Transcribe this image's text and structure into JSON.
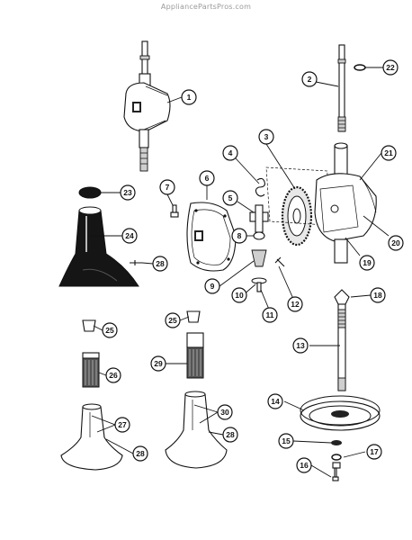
{
  "header": {
    "watermark": "AppliancePartsPros.com"
  },
  "callouts": [
    "1",
    "2",
    "3",
    "4",
    "5",
    "6",
    "7",
    "8",
    "9",
    "10",
    "11",
    "12",
    "13",
    "14",
    "15",
    "16",
    "17",
    "18",
    "19",
    "20",
    "21",
    "22",
    "23",
    "24",
    "25",
    "25",
    "26",
    "27",
    "28",
    "28",
    "28",
    "29",
    "30"
  ]
}
